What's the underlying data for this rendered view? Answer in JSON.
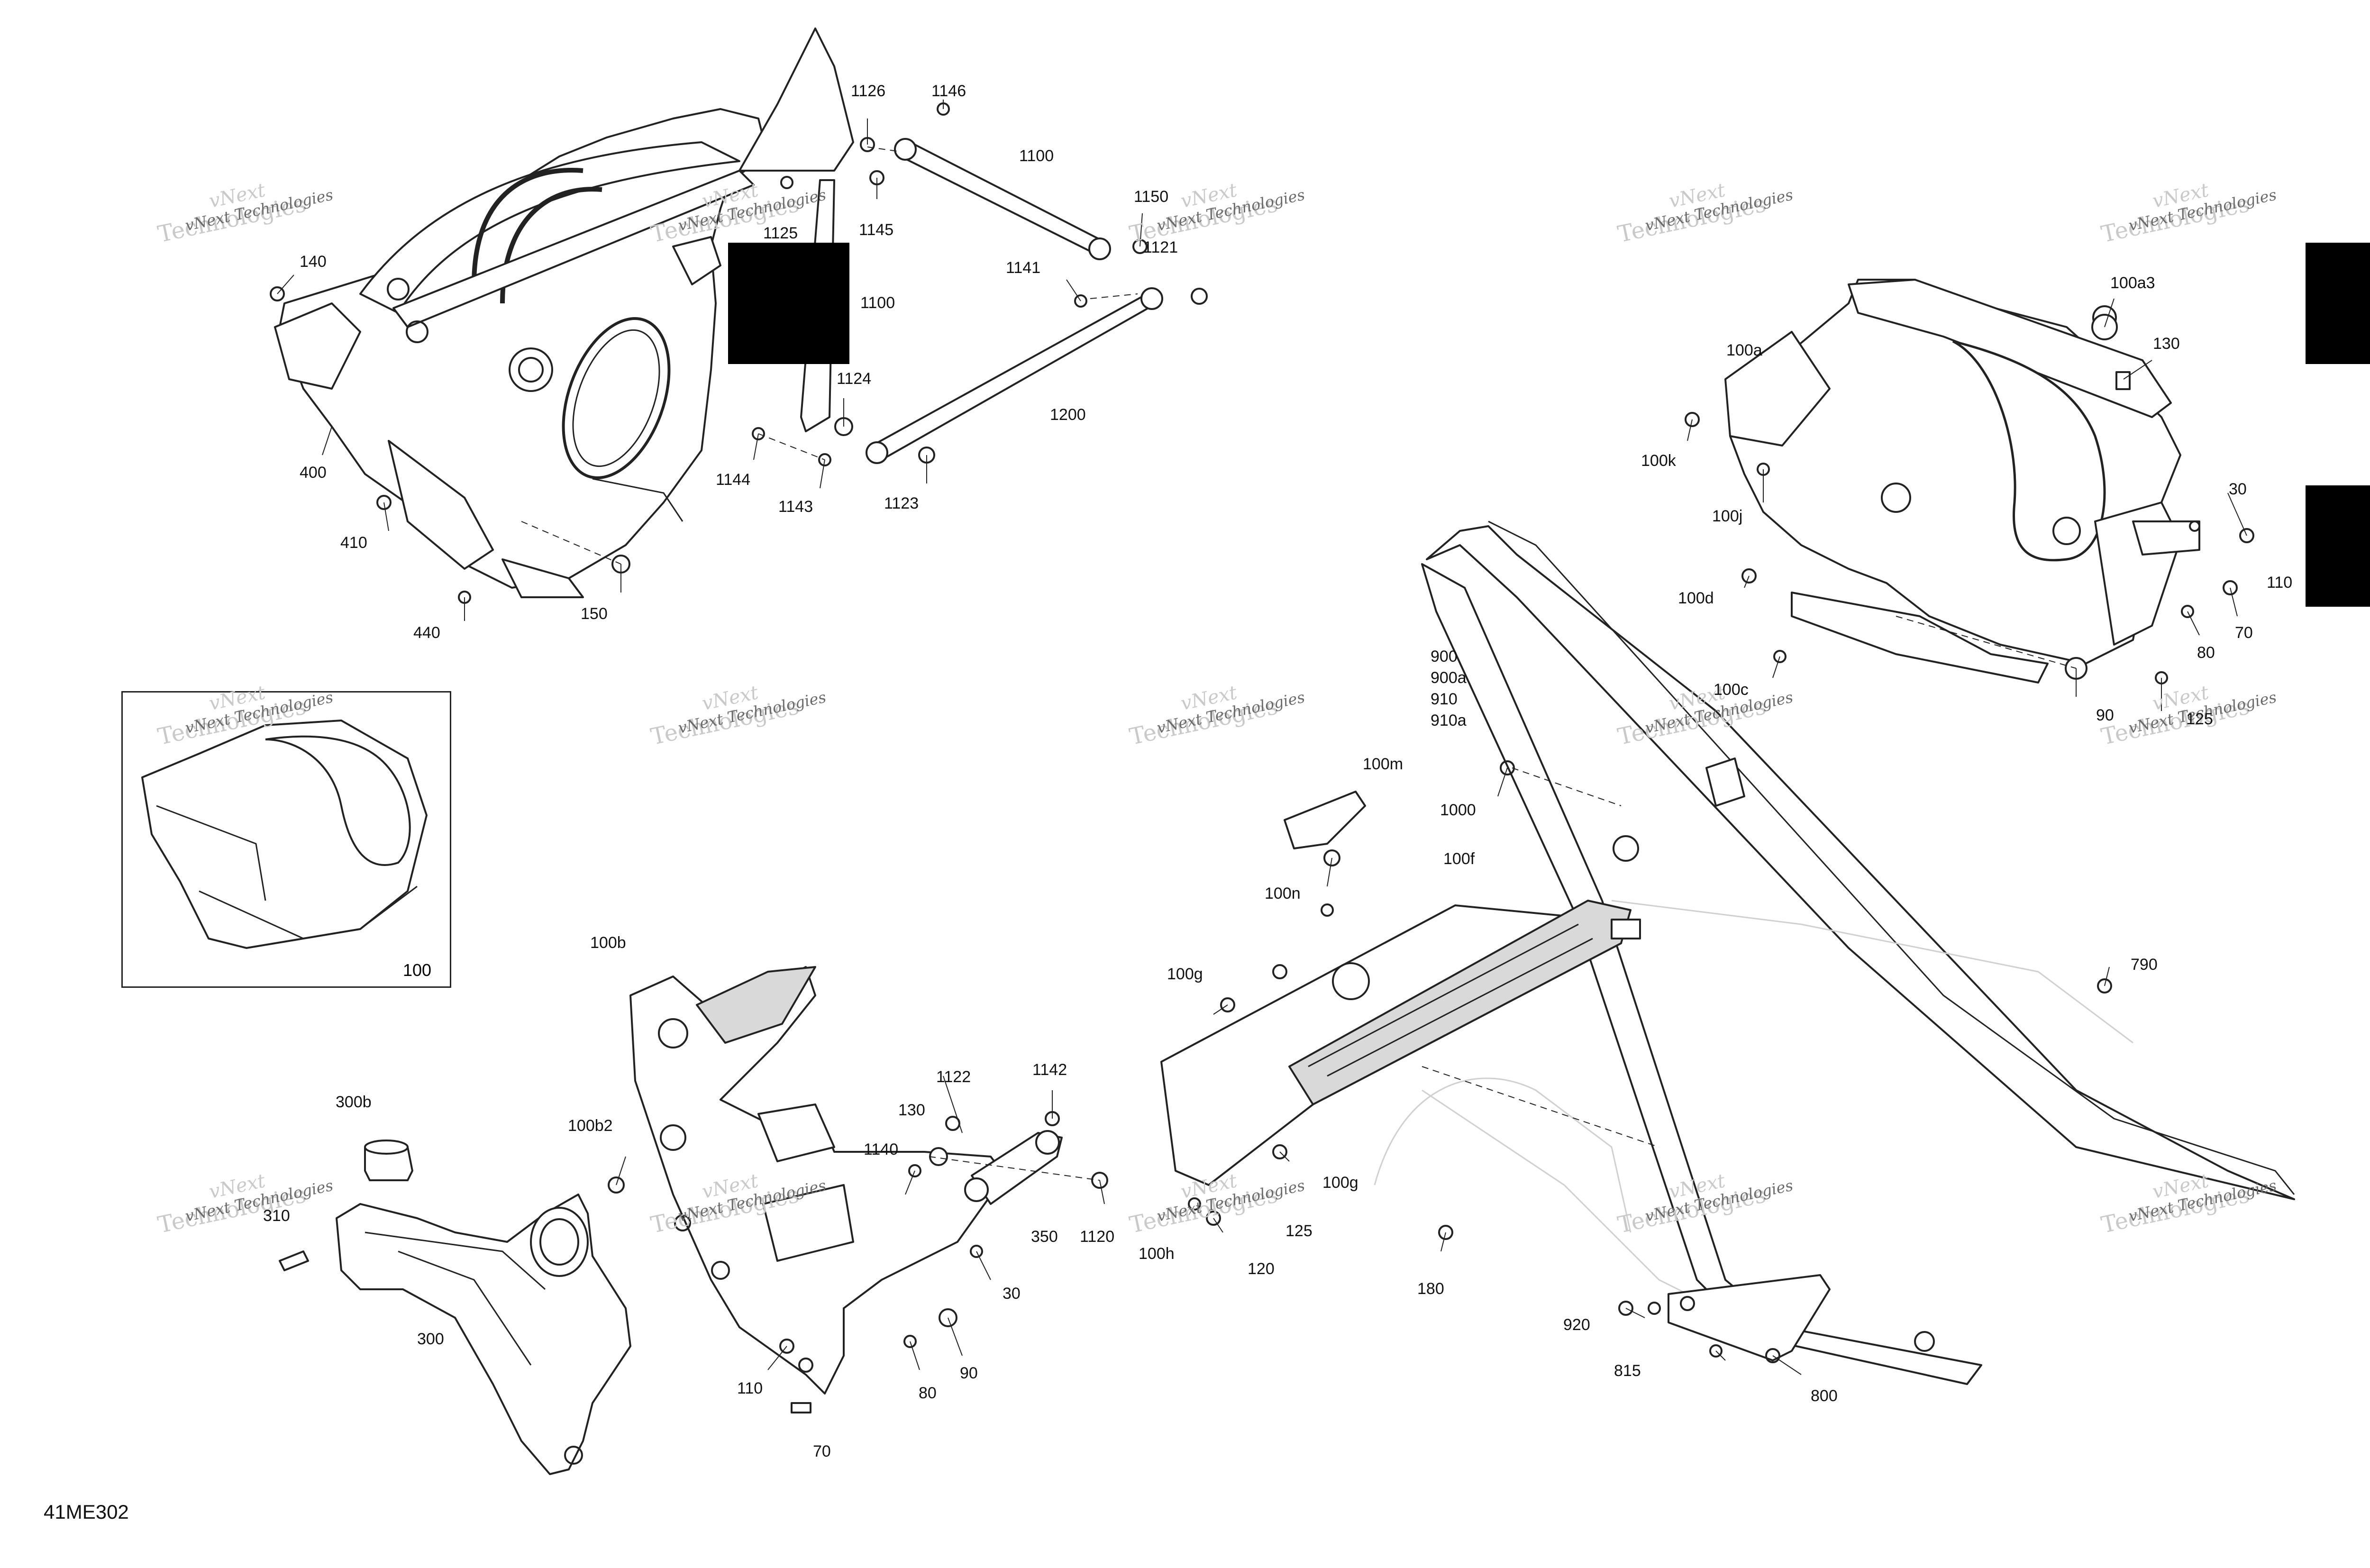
{
  "figure_code": "41ME302",
  "watermark": {
    "line1": "vNext",
    "line2": "Technologies",
    "caption": "vNext Technologies"
  },
  "inset_label": "100",
  "callouts": {
    "c1126": "1126",
    "c1146": "1146",
    "c1100a": "1100",
    "c1100b": "1100",
    "c1125": "1125",
    "c1145": "1145",
    "c1150": "1150",
    "c1121": "1121",
    "c1141": "1141",
    "c140": "140",
    "c1124": "1124",
    "c1200": "1200",
    "c400": "400",
    "c1144": "1144",
    "c1143": "1143",
    "c1123": "1123",
    "c410": "410",
    "c150": "150",
    "c440": "440",
    "c100a3": "100a3",
    "c100a": "100a",
    "c130a": "130",
    "c100k": "100k",
    "c100j": "100j",
    "c30a": "30",
    "c110a": "110",
    "c100d": "100d",
    "c70a": "70",
    "c80a": "80",
    "c100c": "100c",
    "c90a": "90",
    "c125a": "125",
    "c900": "900",
    "c900a": "900a",
    "c910": "910",
    "c910a": "910a",
    "c1000": "1000",
    "c100m": "100m",
    "c100f": "100f",
    "c100n": "100n",
    "c100g1": "100g",
    "c790": "790",
    "c100g2": "100g",
    "c125b": "125",
    "c100h": "100h",
    "c120": "120",
    "c180": "180",
    "c920": "920",
    "c815": "815",
    "c800": "800",
    "c100b": "100b",
    "c300b": "300b",
    "c100b2": "100b2",
    "c1122": "1122",
    "c1142": "1142",
    "c130b": "130",
    "c1140": "1140",
    "c310": "310",
    "c350": "350",
    "c1120": "1120",
    "c30b": "30",
    "c300": "300",
    "c110b": "110",
    "c80b": "80",
    "c90b": "90",
    "c70b": "70"
  },
  "colors": {
    "line": "#222222",
    "fill": "#ffffff",
    "shade": "#d9d9d9",
    "label": "#111111"
  }
}
